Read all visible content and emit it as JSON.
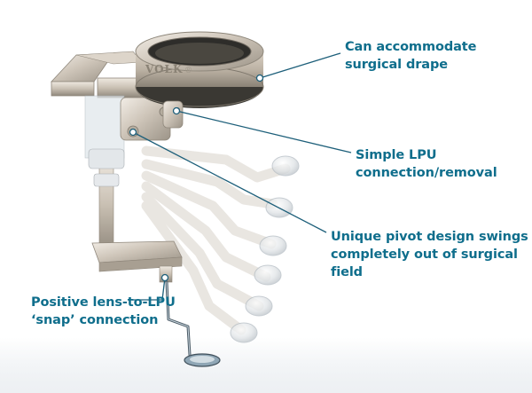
{
  "callouts": {
    "drape": "Can accommodate\nsurgical drape",
    "lpu_connection": "Simple LPU\nconnection/removal",
    "pivot": "Unique pivot design swings\ncompletely out of surgical field",
    "snap": "Positive lens-to-LPU\n‘snap’ connection"
  },
  "ring_brand": "VOLK",
  "colors": {
    "callout_text": "#0f6e8c",
    "leader_line": "#1d5f7a",
    "metal": "#cfc6ba"
  }
}
